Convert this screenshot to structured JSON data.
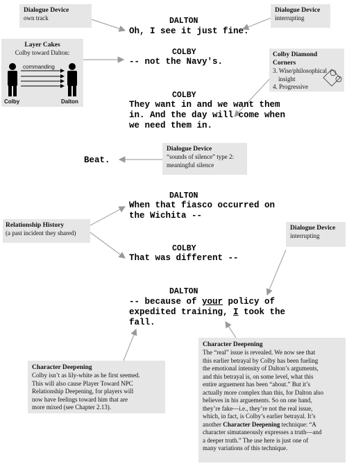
{
  "dialogue": [
    {
      "character": "DALTON",
      "line": "Oh, I see it just fine."
    },
    {
      "character": "COLBY",
      "line": "-- not the Navy's."
    },
    {
      "character": "COLBY",
      "lines": [
        "They want in and we want them",
        "in. And the day will come when",
        "we need them in."
      ]
    },
    {
      "action": "Beat."
    },
    {
      "character": "DALTON",
      "lines": [
        "When that fiasco occurred on",
        "the Wichita --"
      ]
    },
    {
      "character": "COLBY",
      "line": "That was different --"
    },
    {
      "character": "DALTON",
      "line_parts": [
        "-- because of ",
        "your",
        " policy of"
      ],
      "line2": "expedited training, ",
      "line2_u": "I",
      "line2_end": " took the",
      "line3": "fall."
    }
  ],
  "notes": {
    "dd_own": {
      "title": "Dialogue Device",
      "body": "own track"
    },
    "dd_interrupt1": {
      "title": "Dialogue Device",
      "body": "interrupting"
    },
    "layer_cakes": {
      "title": "Layer Cakes",
      "body": "Colby toward Dalton:",
      "arrow_label": "commanding",
      "left_name": "Colby",
      "right_name": "Dalton"
    },
    "diamond": {
      "title": "Colby Diamond Corners",
      "items": [
        "3. Wise/philosophical",
        "insight",
        "4. Progressive"
      ]
    },
    "silence": {
      "title": "Dialogue Device",
      "body1": "“sounds of silence” type 2:",
      "body2": "meaningful silence"
    },
    "history": {
      "title": "Relationship History",
      "body": "(a past incident they shared)"
    },
    "dd_interrupt2": {
      "title": "Dialogue Device",
      "body": "interrupting"
    },
    "cd_left": {
      "title": "Character Deepening",
      "lines": [
        "Colby isn’t as lily-white as he first seemed.",
        "This will also cause Player Toward NPC",
        "Relationship Deepening, for players will",
        "now have feelings toward him that are",
        "more mixed (see Chapter 2.13)."
      ]
    },
    "cd_right": {
      "title": "Character Deepening",
      "lines": [
        "The “real” issue is revealed. We now see that",
        "this earlier betrayal by Colby has been fueling",
        "the emotional intensity of Dalton’s arguments,",
        "and this betrayal is, on some level, what this",
        "entire arguement has been “about.” But it’s",
        "actually more complex than this, for Dalton also",
        "believes in his arguements. So on one hand,",
        "they’re fake—i.e., they’re not the real issue,",
        "which, in fact, is Colby’s earlier betrayal. It’s",
        "another"
      ],
      "bold_inline": "Character Deepening",
      "after_bold": " technique: “A",
      "lines2": [
        "character simutaneously expresses a truth—and",
        "a deeper truth.” The use here is just one of",
        "many variations of this technique."
      ]
    }
  }
}
